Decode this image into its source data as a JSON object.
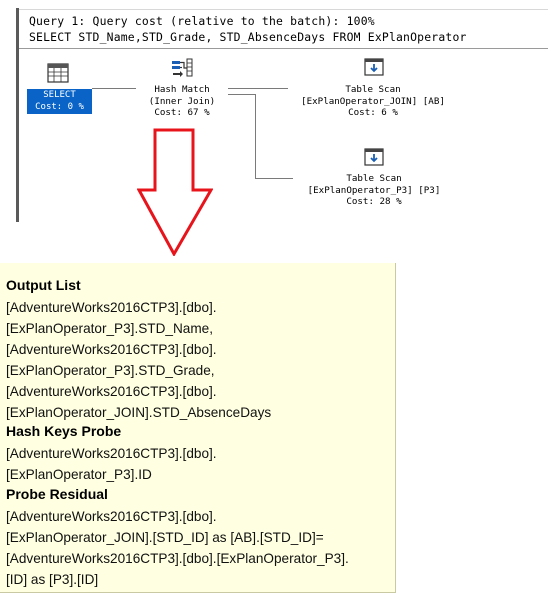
{
  "plan": {
    "query_header": "Query 1: Query cost (relative to the batch): 100%",
    "query_text": "SELECT STD_Name,STD_Grade, STD_AbsenceDays FROM ExPlanOperator",
    "operators": {
      "select": {
        "line1": "SELECT",
        "line2": "Cost: 0 %",
        "icon": "result-grid-icon"
      },
      "hash_match": {
        "line1": "Hash Match",
        "line2": "(Inner Join)",
        "line3": "Cost: 67 %",
        "icon": "hash-match-icon"
      },
      "table_scan_ab": {
        "line1": "Table Scan",
        "line2": "[ExPlanOperator_JOIN] [AB]",
        "line3": "Cost: 6 %",
        "icon": "table-scan-icon"
      },
      "table_scan_p3": {
        "line1": "Table Scan",
        "line2": "[ExPlanOperator_P3] [P3]",
        "line3": "Cost: 28 %",
        "icon": "table-scan-icon"
      }
    },
    "arrow_color": "#e8141c"
  },
  "tooltip": {
    "sections": [
      {
        "title": "Output List",
        "lines": [
          "[AdventureWorks2016CTP3].[dbo].",
          "[ExPlanOperator_P3].STD_Name,",
          "[AdventureWorks2016CTP3].[dbo].",
          "[ExPlanOperator_P3].STD_Grade,",
          "[AdventureWorks2016CTP3].[dbo].",
          "[ExPlanOperator_JOIN].STD_AbsenceDays"
        ]
      },
      {
        "title": "Hash Keys Probe",
        "lines": [
          "[AdventureWorks2016CTP3].[dbo].",
          "[ExPlanOperator_P3].ID"
        ]
      },
      {
        "title": "Probe Residual",
        "lines": [
          "[AdventureWorks2016CTP3].[dbo].",
          "[ExPlanOperator_JOIN].[STD_ID] as [AB].[STD_ID]=",
          "[AdventureWorks2016CTP3].[dbo].[ExPlanOperator_P3].",
          "[ID] as [P3].[ID]"
        ]
      }
    ]
  }
}
